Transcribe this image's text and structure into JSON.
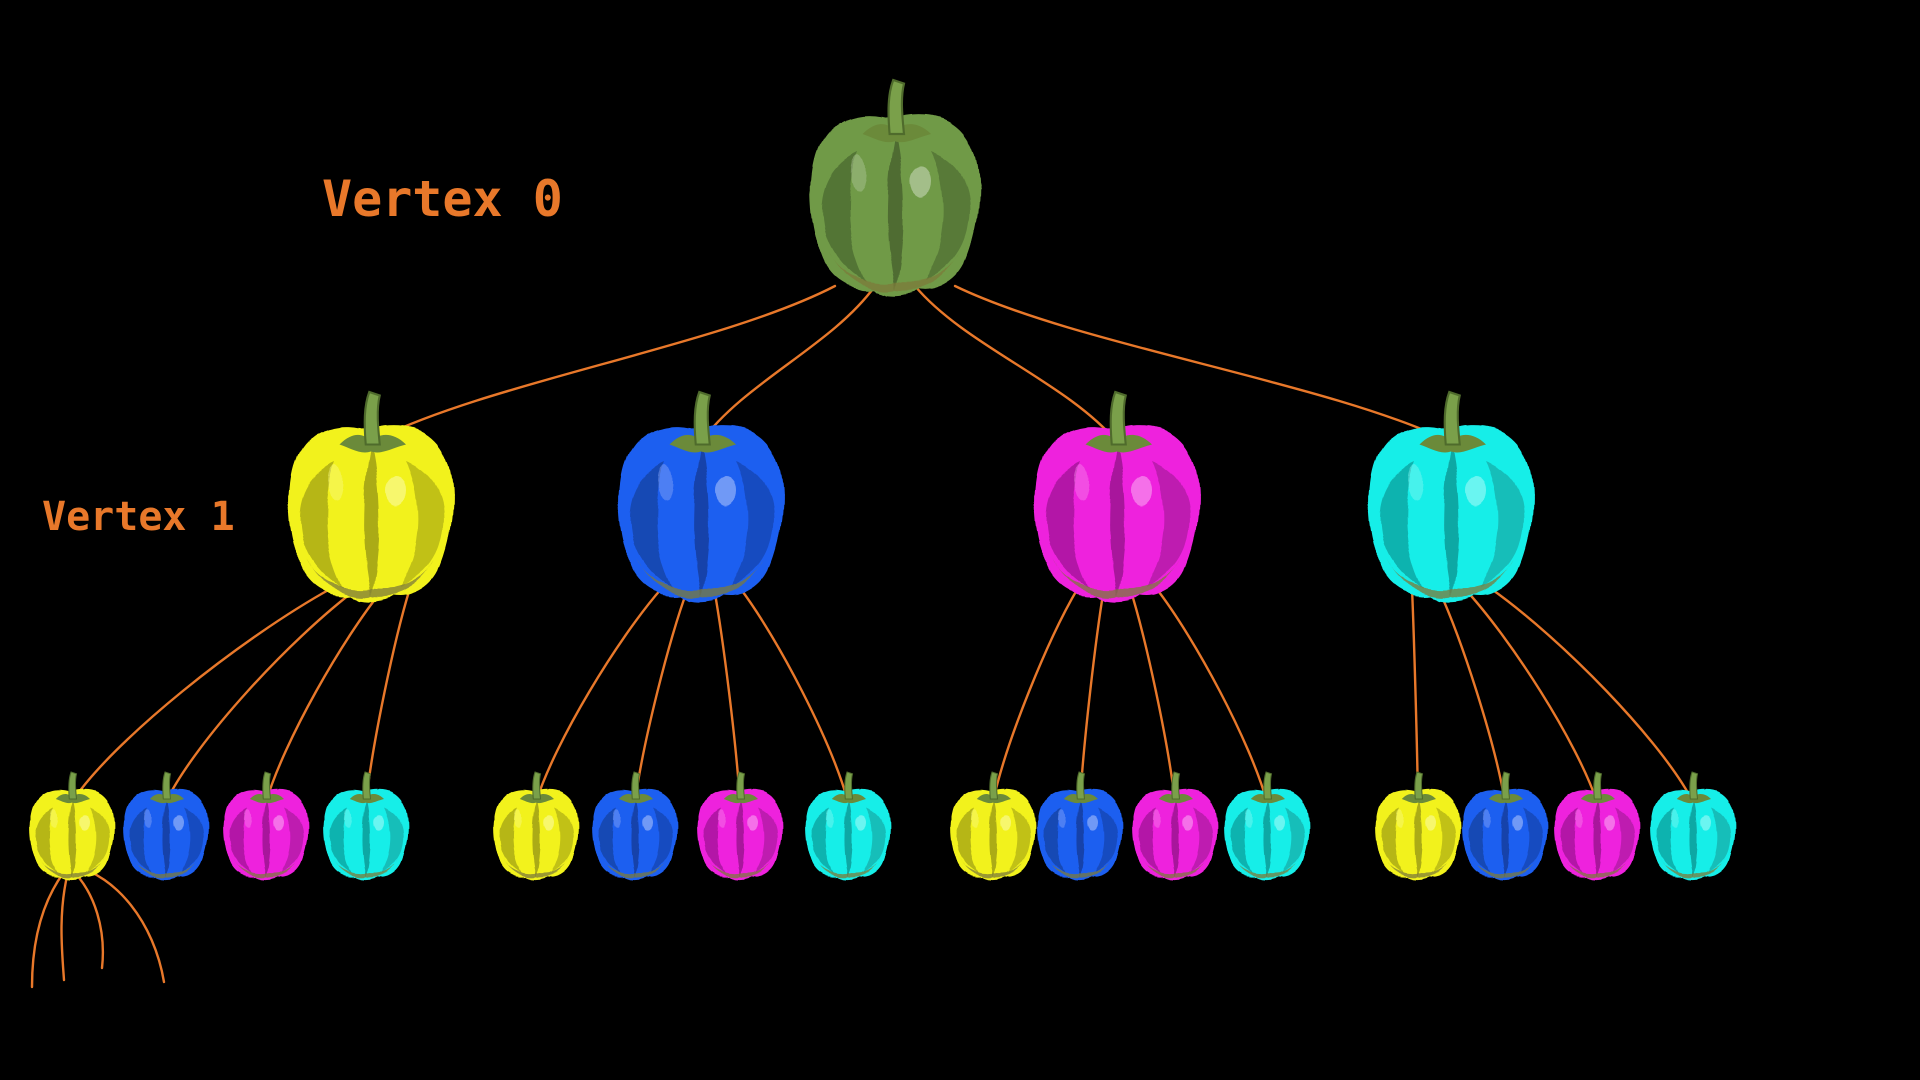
{
  "labels": {
    "vertex_0": "Vertex 0",
    "vertex_1": "Vertex 1"
  },
  "colors": {
    "background": "#000000",
    "edge": "#e8782a",
    "label": "#e8782a",
    "root": "#6f9a47",
    "level_palette": [
      "#f2f21c",
      "#1f5ff0",
      "#ee22dd",
      "#18eee8"
    ]
  },
  "tree": {
    "root": {
      "name": "root-pepper",
      "color": "root",
      "label_key": "vertex_0",
      "children": [
        {
          "name": "pepper-yellow",
          "color": 0,
          "label_key": "vertex_1",
          "children": [
            {
              "name": "pepper-yellow-yellow",
              "color": 0,
              "has_stub_edges": true
            },
            {
              "name": "pepper-yellow-blue",
              "color": 1
            },
            {
              "name": "pepper-yellow-magenta",
              "color": 2
            },
            {
              "name": "pepper-yellow-cyan",
              "color": 3
            }
          ]
        },
        {
          "name": "pepper-blue",
          "color": 1,
          "children": [
            {
              "name": "pepper-blue-yellow",
              "color": 0
            },
            {
              "name": "pepper-blue-blue",
              "color": 1
            },
            {
              "name": "pepper-blue-magenta",
              "color": 2
            },
            {
              "name": "pepper-blue-cyan",
              "color": 3
            }
          ]
        },
        {
          "name": "pepper-magenta",
          "color": 2,
          "children": [
            {
              "name": "pepper-magenta-yellow",
              "color": 0
            },
            {
              "name": "pepper-magenta-blue",
              "color": 1
            },
            {
              "name": "pepper-magenta-magenta",
              "color": 2
            },
            {
              "name": "pepper-magenta-cyan",
              "color": 3
            }
          ]
        },
        {
          "name": "pepper-cyan",
          "color": 3,
          "children": [
            {
              "name": "pepper-cyan-yellow",
              "color": 0
            },
            {
              "name": "pepper-cyan-blue",
              "color": 1
            },
            {
              "name": "pepper-cyan-magenta",
              "color": 2
            },
            {
              "name": "pepper-cyan-cyan",
              "color": 3
            }
          ]
        }
      ]
    }
  }
}
